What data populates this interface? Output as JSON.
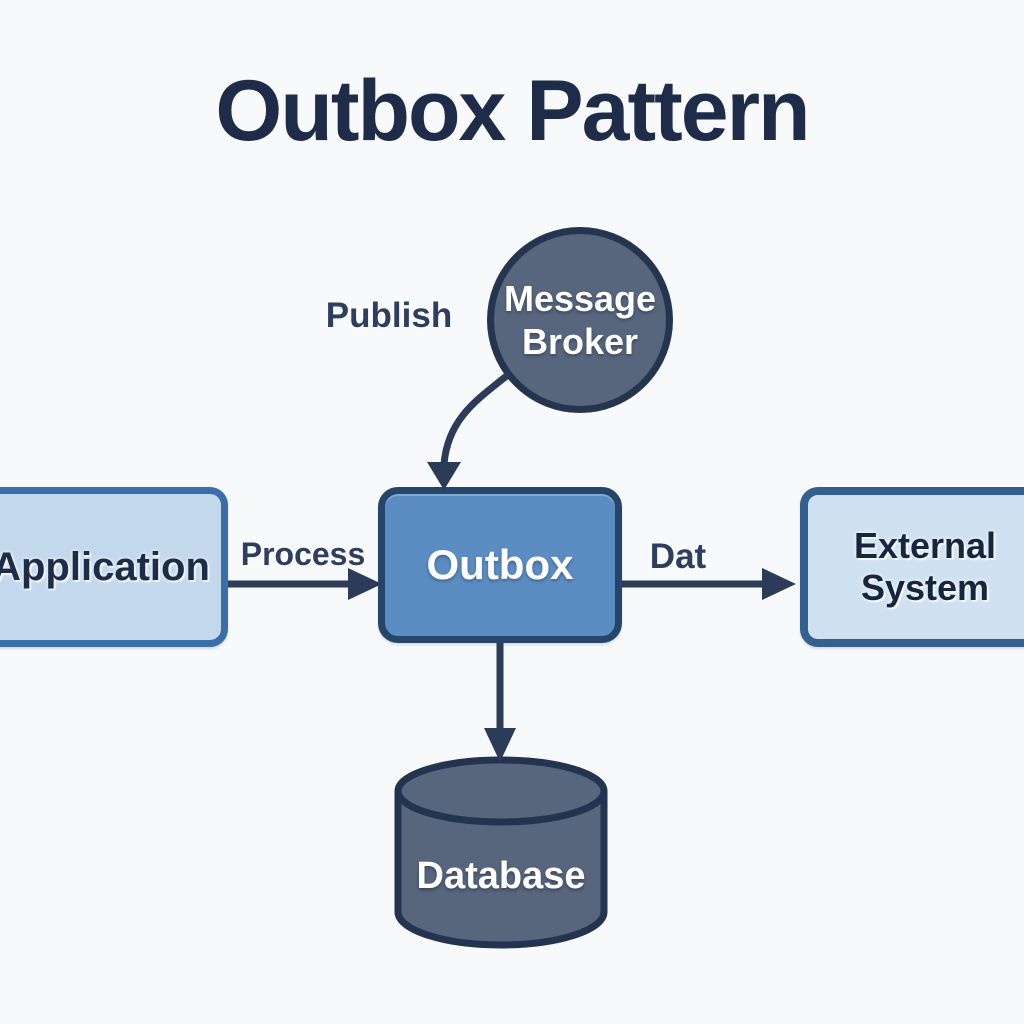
{
  "title": "Outbox Pattern",
  "nodes": {
    "message_broker": {
      "lines": [
        "Message",
        "Broker"
      ],
      "shape": "circle",
      "fill": "#57657d",
      "border": "#253550",
      "text_color": "#ffffff"
    },
    "application": {
      "label": "Application",
      "shape": "rounded-rect",
      "fill": "#c3d8ec",
      "border": "#3a6ea8",
      "text_color": "#1e2c4a"
    },
    "outbox": {
      "label": "Outbox",
      "shape": "rounded-rect",
      "fill": "#5c8dc2",
      "border": "#26456b",
      "text_color": "#ffffff"
    },
    "external_system": {
      "lines": [
        "External",
        "System"
      ],
      "shape": "rounded-rect",
      "fill": "#cfe0f0",
      "border": "#33608f",
      "text_color": "#16263f"
    },
    "database": {
      "label": "Database",
      "shape": "cylinder",
      "fill": "#57657d",
      "border": "#243450",
      "text_color": "#ffffff"
    }
  },
  "edges": {
    "publish": {
      "label": "Publish",
      "from": "message_broker",
      "to": "outbox",
      "style": "curved-arrow"
    },
    "process": {
      "label": "Process",
      "from": "application",
      "to": "outbox",
      "style": "straight-arrow"
    },
    "data": {
      "label": "Dat",
      "from": "outbox",
      "to": "external_system",
      "style": "straight-arrow"
    },
    "persist": {
      "label": "",
      "from": "outbox",
      "to": "database",
      "style": "straight-arrow"
    }
  },
  "colors": {
    "background": "#f8f9fb",
    "title_text": "#1e2c4a",
    "arrow": "#2b3b58",
    "edge_label_text": "#2d3e5e"
  }
}
